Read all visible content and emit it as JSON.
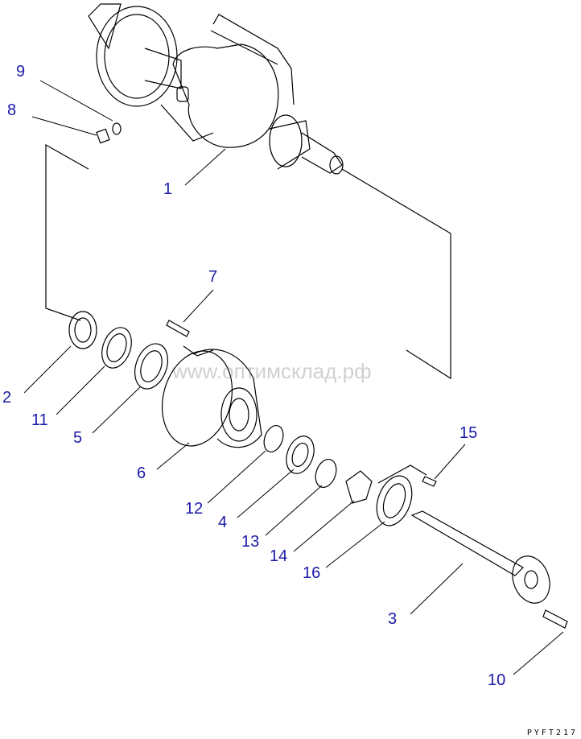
{
  "diagram": {
    "parts": [
      {
        "id": "1",
        "label": "1"
      },
      {
        "id": "2",
        "label": "2"
      },
      {
        "id": "3",
        "label": "3"
      },
      {
        "id": "4",
        "label": "4"
      },
      {
        "id": "5",
        "label": "5"
      },
      {
        "id": "6",
        "label": "6"
      },
      {
        "id": "7",
        "label": "7"
      },
      {
        "id": "8",
        "label": "8"
      },
      {
        "id": "9",
        "label": "9"
      },
      {
        "id": "10",
        "label": "10"
      },
      {
        "id": "11",
        "label": "11"
      },
      {
        "id": "12",
        "label": "12"
      },
      {
        "id": "13",
        "label": "13"
      },
      {
        "id": "14",
        "label": "14"
      },
      {
        "id": "15",
        "label": "15"
      },
      {
        "id": "16",
        "label": "16"
      }
    ],
    "label_color": "#1a1aa8",
    "figure_code": "PYFT217",
    "watermark": "www.оптимсклад.рф"
  }
}
